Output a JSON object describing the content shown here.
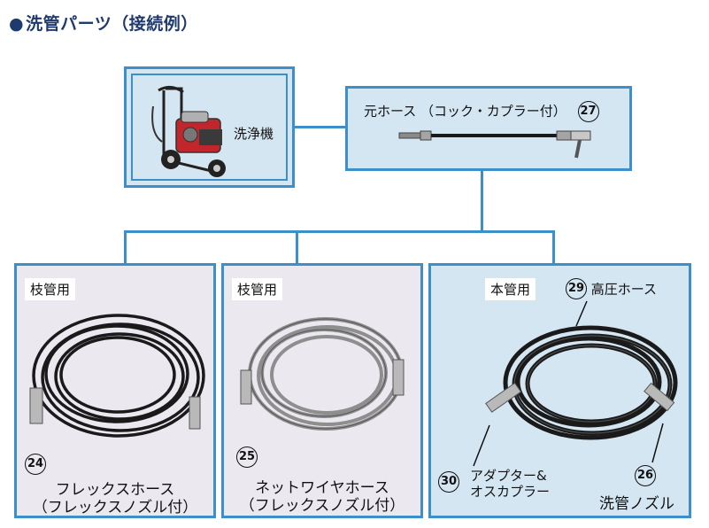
{
  "title": "洗管パーツ（接続例）",
  "washer": {
    "label": "洗浄機"
  },
  "main_hose": {
    "label": "元ホース （コック・カプラー付）",
    "number": "27"
  },
  "panels": [
    {
      "tag": "枝管用",
      "number": "24",
      "name_line1": "フレックスホース",
      "name_line2": "（フレックスノズル付）"
    },
    {
      "tag": "枝管用",
      "number": "25",
      "name_line1": "ネットワイヤホース",
      "name_line2": "（フレックスノズル付）"
    },
    {
      "tag": "本管用"
    }
  ],
  "main_parts": {
    "hose": {
      "number": "29",
      "label": "高圧ホース"
    },
    "adapter": {
      "number": "30",
      "label_line1": "アダプター&",
      "label_line2": "オスカプラー"
    },
    "nozzle": {
      "number": "26",
      "label": "洗管ノズル"
    }
  },
  "colors": {
    "border": "#3d8fc9",
    "panel_bg": "#d5e6f3",
    "panel_bg_pink": "#ece8ef",
    "title": "#1f3a6e"
  }
}
